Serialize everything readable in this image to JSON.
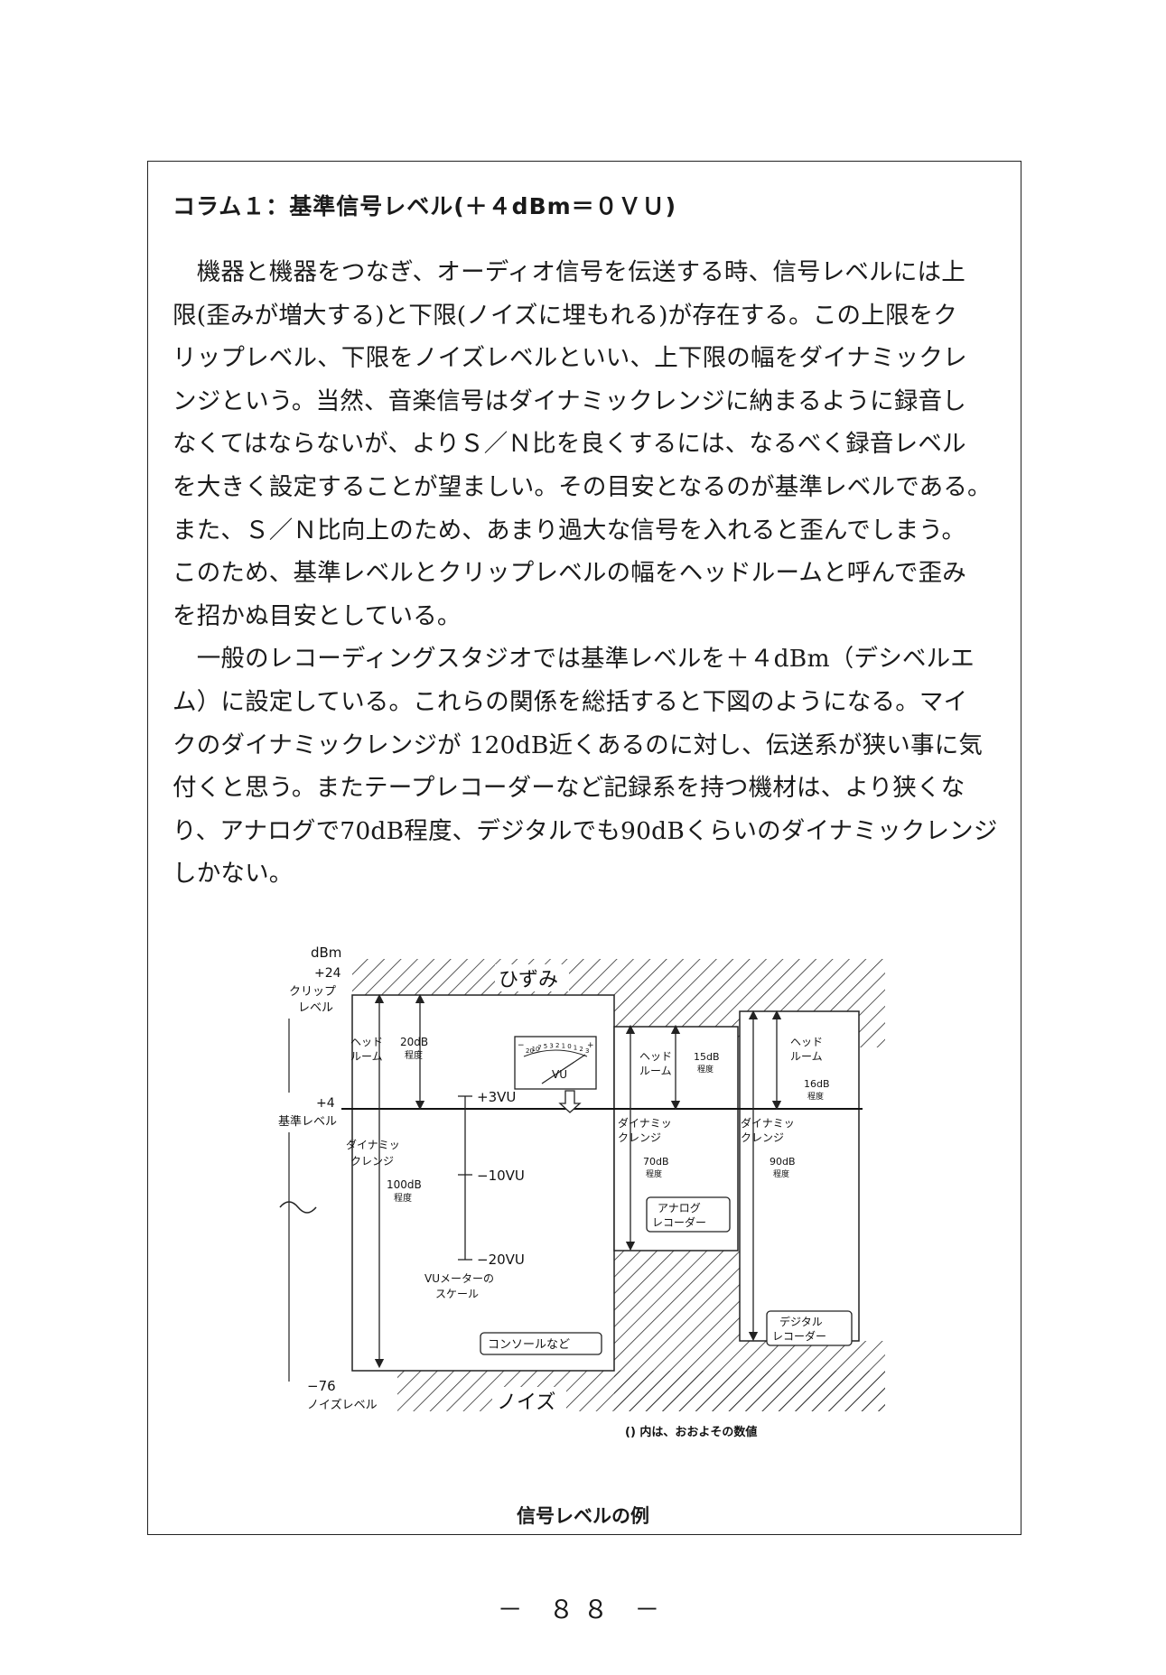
{
  "column": {
    "title": "コラム１：基準信号レベル(＋４dBm＝０ＶＵ)",
    "paragraph1_lines": [
      "　機器と機器をつなぎ、オーディオ信号を伝送する時、信号レベルには上",
      "限(歪みが増大する)と下限(ノイズに埋もれる)が存在する。この上限をク",
      "リップレベル、下限をノイズレベルといい、上下限の幅をダイナミックレ",
      "ンジという。当然、音楽信号はダイナミックレンジに納まるように録音し",
      "なくてはならないが、よりＳ／Ｎ比を良くするには、なるべく録音レベル",
      "を大きく設定することが望ましい。その目安となるのが基準レベルである。",
      "また、Ｓ／Ｎ比向上のため、あまり過大な信号を入れると歪んでしまう。",
      "このため、基準レベルとクリップレベルの幅をヘッドルームと呼んで歪み",
      "を招かぬ目安としている。"
    ],
    "paragraph2_lines": [
      "　一般のレコーディングスタジオでは基準レベルを＋４dBm（デシベルエ",
      "ム）に設定している。これらの関係を総括すると下図のようになる。マイ",
      "クのダイナミックレンジが 120dB近くあるのに対し、伝送系が狭い事に気",
      "付くと思う。またテープレコーダーなど記録系を持つ機材は、より狭くな",
      "り、アナログで70dB程度、デジタルでも90dBくらいのダイナミックレンジ",
      "しかない。"
    ]
  },
  "figure": {
    "unit_label": "dBm",
    "clip_value": "+24",
    "clip_label_1": "クリップ",
    "clip_label_2": "レベル",
    "ref_value": "+4",
    "ref_label": "基準レベル",
    "noise_value": "−76",
    "noise_label": "ノイズレベル",
    "distortion_label": "ひずみ",
    "noise_region_label": "ノイズ",
    "console": {
      "headroom_1": "ヘッド",
      "headroom_2": "ルーム",
      "headroom_val_1": "20dB",
      "headroom_val_2": "程度",
      "dr_1": "ダイナミッ",
      "dr_2": "クレンジ",
      "dr_val_1": "100dB",
      "dr_val_2": "程度",
      "box_label": "コンソールなど"
    },
    "vu_meter": {
      "scale_marks": [
        "20",
        "10",
        "7",
        "5",
        "3",
        "2",
        "1",
        "0",
        "1",
        "2",
        "3"
      ],
      "minus_sign": "−",
      "plus_sign": "+",
      "face_label": "VU",
      "plus3": "+3VU",
      "minus10": "−10VU",
      "minus20": "−20VU",
      "scale_caption_1": "VUメーターの",
      "scale_caption_2": "スケール"
    },
    "analog": {
      "headroom_1": "ヘッド",
      "headroom_2": "ルーム",
      "headroom_val_1": "15dB",
      "headroom_val_2": "程度",
      "dr_1": "ダイナミッ",
      "dr_2": "クレンジ",
      "dr_val_1": "70dB",
      "dr_val_2": "程度",
      "box_label_1": "アナログ",
      "box_label_2": "レコーダー"
    },
    "digital": {
      "headroom_1": "ヘッド",
      "headroom_2": "ルーム",
      "headroom_val_1": "16dB",
      "headroom_val_2": "程度",
      "dr_1": "ダイナミッ",
      "dr_2": "クレンジ",
      "dr_val_1": "90dB",
      "dr_val_2": "程度",
      "box_label_1": "デジタル",
      "box_label_2": "レコーダー"
    },
    "note": "() 内は、おおよその数値",
    "caption": "信号レベルの例"
  },
  "page_number": "－ ８８ －"
}
